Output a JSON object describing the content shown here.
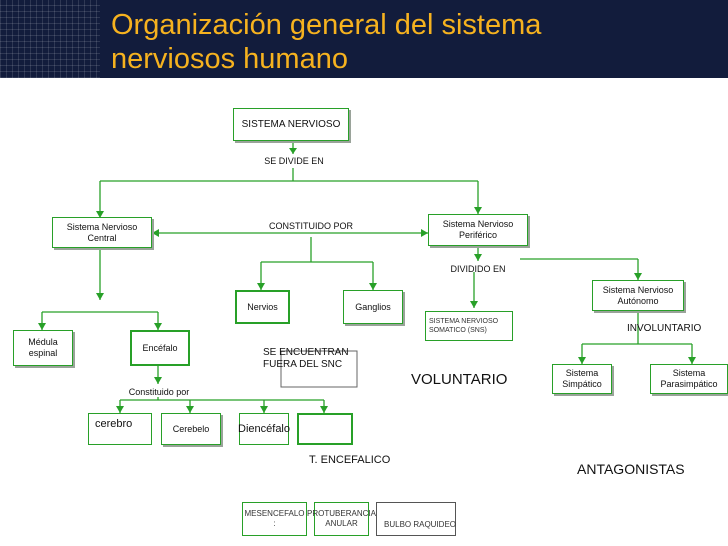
{
  "title": "Organización general del sistema\nnerviosos humano",
  "nodes": {
    "sistema_nervioso": "SISTEMA NERVIOSO",
    "se_divide_en": "SE DIVIDE EN",
    "snc": "Sistema Nervioso\nCentral",
    "constituido_por": "CONSTITUIDO POR",
    "snp": "Sistema Nervioso\nPeriférico",
    "dividido_en": "DIVIDIDO EN",
    "nervios": "Nervios",
    "ganglios": "Ganglios",
    "sn_somatico": "SISTEMA NERVIOSO\nSOMATICO (SNS)",
    "sn_autonomo": "Sistema Nervioso\nAutónomo",
    "medula": "Médula\nespinal",
    "encefalo": "Encéfalo",
    "se_encuentran": "SE ENCUENTRAN\nFUERA DEL SNC",
    "voluntario": "VOLUNTARIO",
    "involuntario": "INVOLUNTARIO",
    "constituido_por_2": "Constituido por",
    "simpatico": "Sistema\nSimpático",
    "parasimpatico": "Sistema\nParasimpático",
    "cerebro": "cerebro",
    "cerebelo": "Cerebelo",
    "diencefalo": "Diencéfalo",
    "t_encefalico": "T. ENCEFALICO",
    "antagonistas": "ANTAGONISTAS",
    "mesencefalo": "MESENCEFALO\n:",
    "protuberancia": "PROTUBERANCIA\nANULAR",
    "bulbo": "BULBO RAQUIDEO"
  },
  "colors": {
    "header_bg": "#121c3c",
    "title": "#f6b21f",
    "green": "#28a028"
  }
}
